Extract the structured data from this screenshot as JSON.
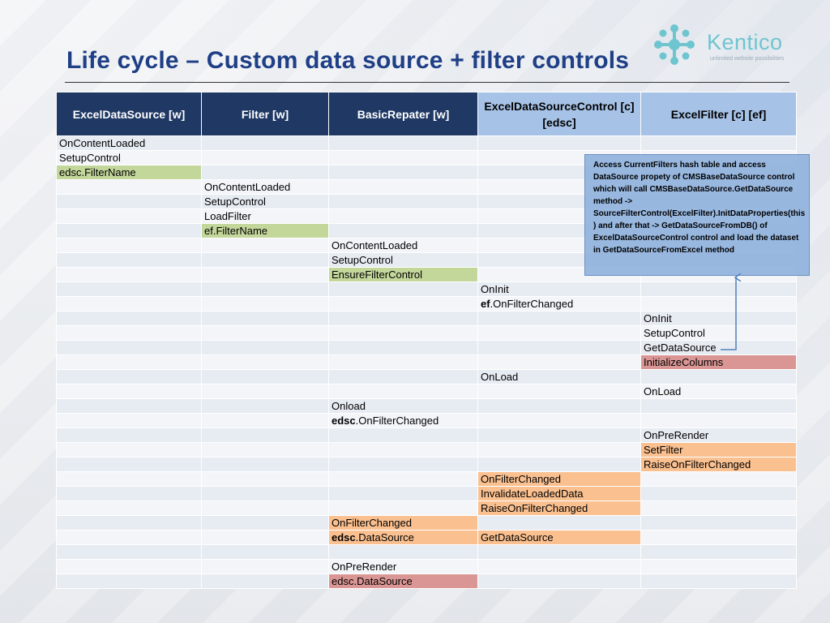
{
  "title": "Life cycle – Custom data source + filter controls",
  "logo": {
    "name": "Kentico",
    "tagline": "unlimited website possibilities"
  },
  "headers": [
    {
      "label": "ExcelDataSource [w]",
      "style": "dark"
    },
    {
      "label": "Filter [w]",
      "style": "dark"
    },
    {
      "label": "BasicRepater [w]",
      "style": "dark"
    },
    {
      "label": "ExcelDataSourceControl [c] [edsc]",
      "style": "light"
    },
    {
      "label": "ExcelFilter [c] [ef]",
      "style": "light"
    }
  ],
  "rows": [
    [
      {
        "t": "OnContentLoaded"
      },
      {},
      {},
      {},
      {}
    ],
    [
      {
        "t": "SetupControl"
      },
      {},
      {},
      {},
      {}
    ],
    [
      {
        "t": "edsc.FilterName",
        "c": "green"
      },
      {},
      {},
      {},
      {}
    ],
    [
      {},
      {
        "t": "OnContentLoaded"
      },
      {},
      {},
      {}
    ],
    [
      {},
      {
        "t": "SetupControl"
      },
      {},
      {},
      {}
    ],
    [
      {},
      {
        "t": "LoadFilter"
      },
      {},
      {},
      {}
    ],
    [
      {},
      {
        "t": "ef.FilterName",
        "c": "green"
      },
      {},
      {},
      {}
    ],
    [
      {},
      {},
      {
        "t": "OnContentLoaded"
      },
      {},
      {}
    ],
    [
      {},
      {},
      {
        "t": "SetupControl"
      },
      {},
      {}
    ],
    [
      {},
      {},
      {
        "t": "EnsureFilterControl",
        "c": "green"
      },
      {},
      {}
    ],
    [
      {},
      {},
      {},
      {
        "t": "OnInit"
      },
      {}
    ],
    [
      {},
      {},
      {},
      {
        "b": "ef",
        "t": ".OnFilterChanged"
      },
      {}
    ],
    [
      {},
      {},
      {},
      {},
      {
        "t": "OnInit"
      }
    ],
    [
      {},
      {},
      {},
      {},
      {
        "t": "SetupControl"
      }
    ],
    [
      {},
      {},
      {},
      {},
      {
        "t": "GetDataSource"
      }
    ],
    [
      {},
      {},
      {},
      {},
      {
        "t": "InitializeColumns",
        "c": "red"
      }
    ],
    [
      {},
      {},
      {},
      {
        "t": "OnLoad"
      },
      {}
    ],
    [
      {},
      {},
      {},
      {},
      {
        "t": "OnLoad"
      }
    ],
    [
      {},
      {},
      {
        "t": "Onload"
      },
      {},
      {}
    ],
    [
      {},
      {},
      {
        "b": "edsc",
        "t": ".OnFilterChanged"
      },
      {},
      {}
    ],
    [
      {},
      {},
      {},
      {},
      {
        "t": "OnPreRender"
      }
    ],
    [
      {},
      {},
      {},
      {},
      {
        "t": "SetFilter",
        "c": "orange"
      }
    ],
    [
      {},
      {},
      {},
      {},
      {
        "t": "RaiseOnFilterChanged",
        "c": "orange"
      }
    ],
    [
      {},
      {},
      {},
      {
        "t": "OnFilterChanged",
        "c": "orange"
      },
      {}
    ],
    [
      {},
      {},
      {},
      {
        "t": "InvalidateLoadedData",
        "c": "orange"
      },
      {}
    ],
    [
      {},
      {},
      {},
      {
        "t": "RaiseOnFilterChanged",
        "c": "orange"
      },
      {}
    ],
    [
      {},
      {},
      {
        "t": "OnFilterChanged",
        "c": "orange"
      },
      {},
      {}
    ],
    [
      {},
      {},
      {
        "b": "edsc",
        "t": ".DataSource",
        "c": "orange"
      },
      {
        "t": "GetDataSource",
        "c": "orange"
      },
      {}
    ],
    [
      {},
      {},
      {},
      {},
      {}
    ],
    [
      {},
      {},
      {
        "t": "OnPreRender"
      },
      {},
      {}
    ],
    [
      {},
      {},
      {
        "t": "edsc.DataSource",
        "c": "red"
      },
      {},
      {}
    ]
  ],
  "callout": {
    "text": "Access CurrentFilters hash table and access DataSource propety of  CMSBaseDataSource control which will call CMSBaseDataSource.GetDataSource method -> SourceFilterControl(ExcelFilter).InitDataProperties(this) and after that ->  GetDataSourceFromDB() of ExcelDataSourceControl  control and load the dataset in  GetDataSourceFromExcel method"
  },
  "colors": {
    "title": "#1f3f86",
    "header_dark": "#1f3864",
    "header_light": "#a6c2e6",
    "green": "#c4d79b",
    "orange": "#fac090",
    "red": "#da9694",
    "arrow": "#4f81bd"
  }
}
